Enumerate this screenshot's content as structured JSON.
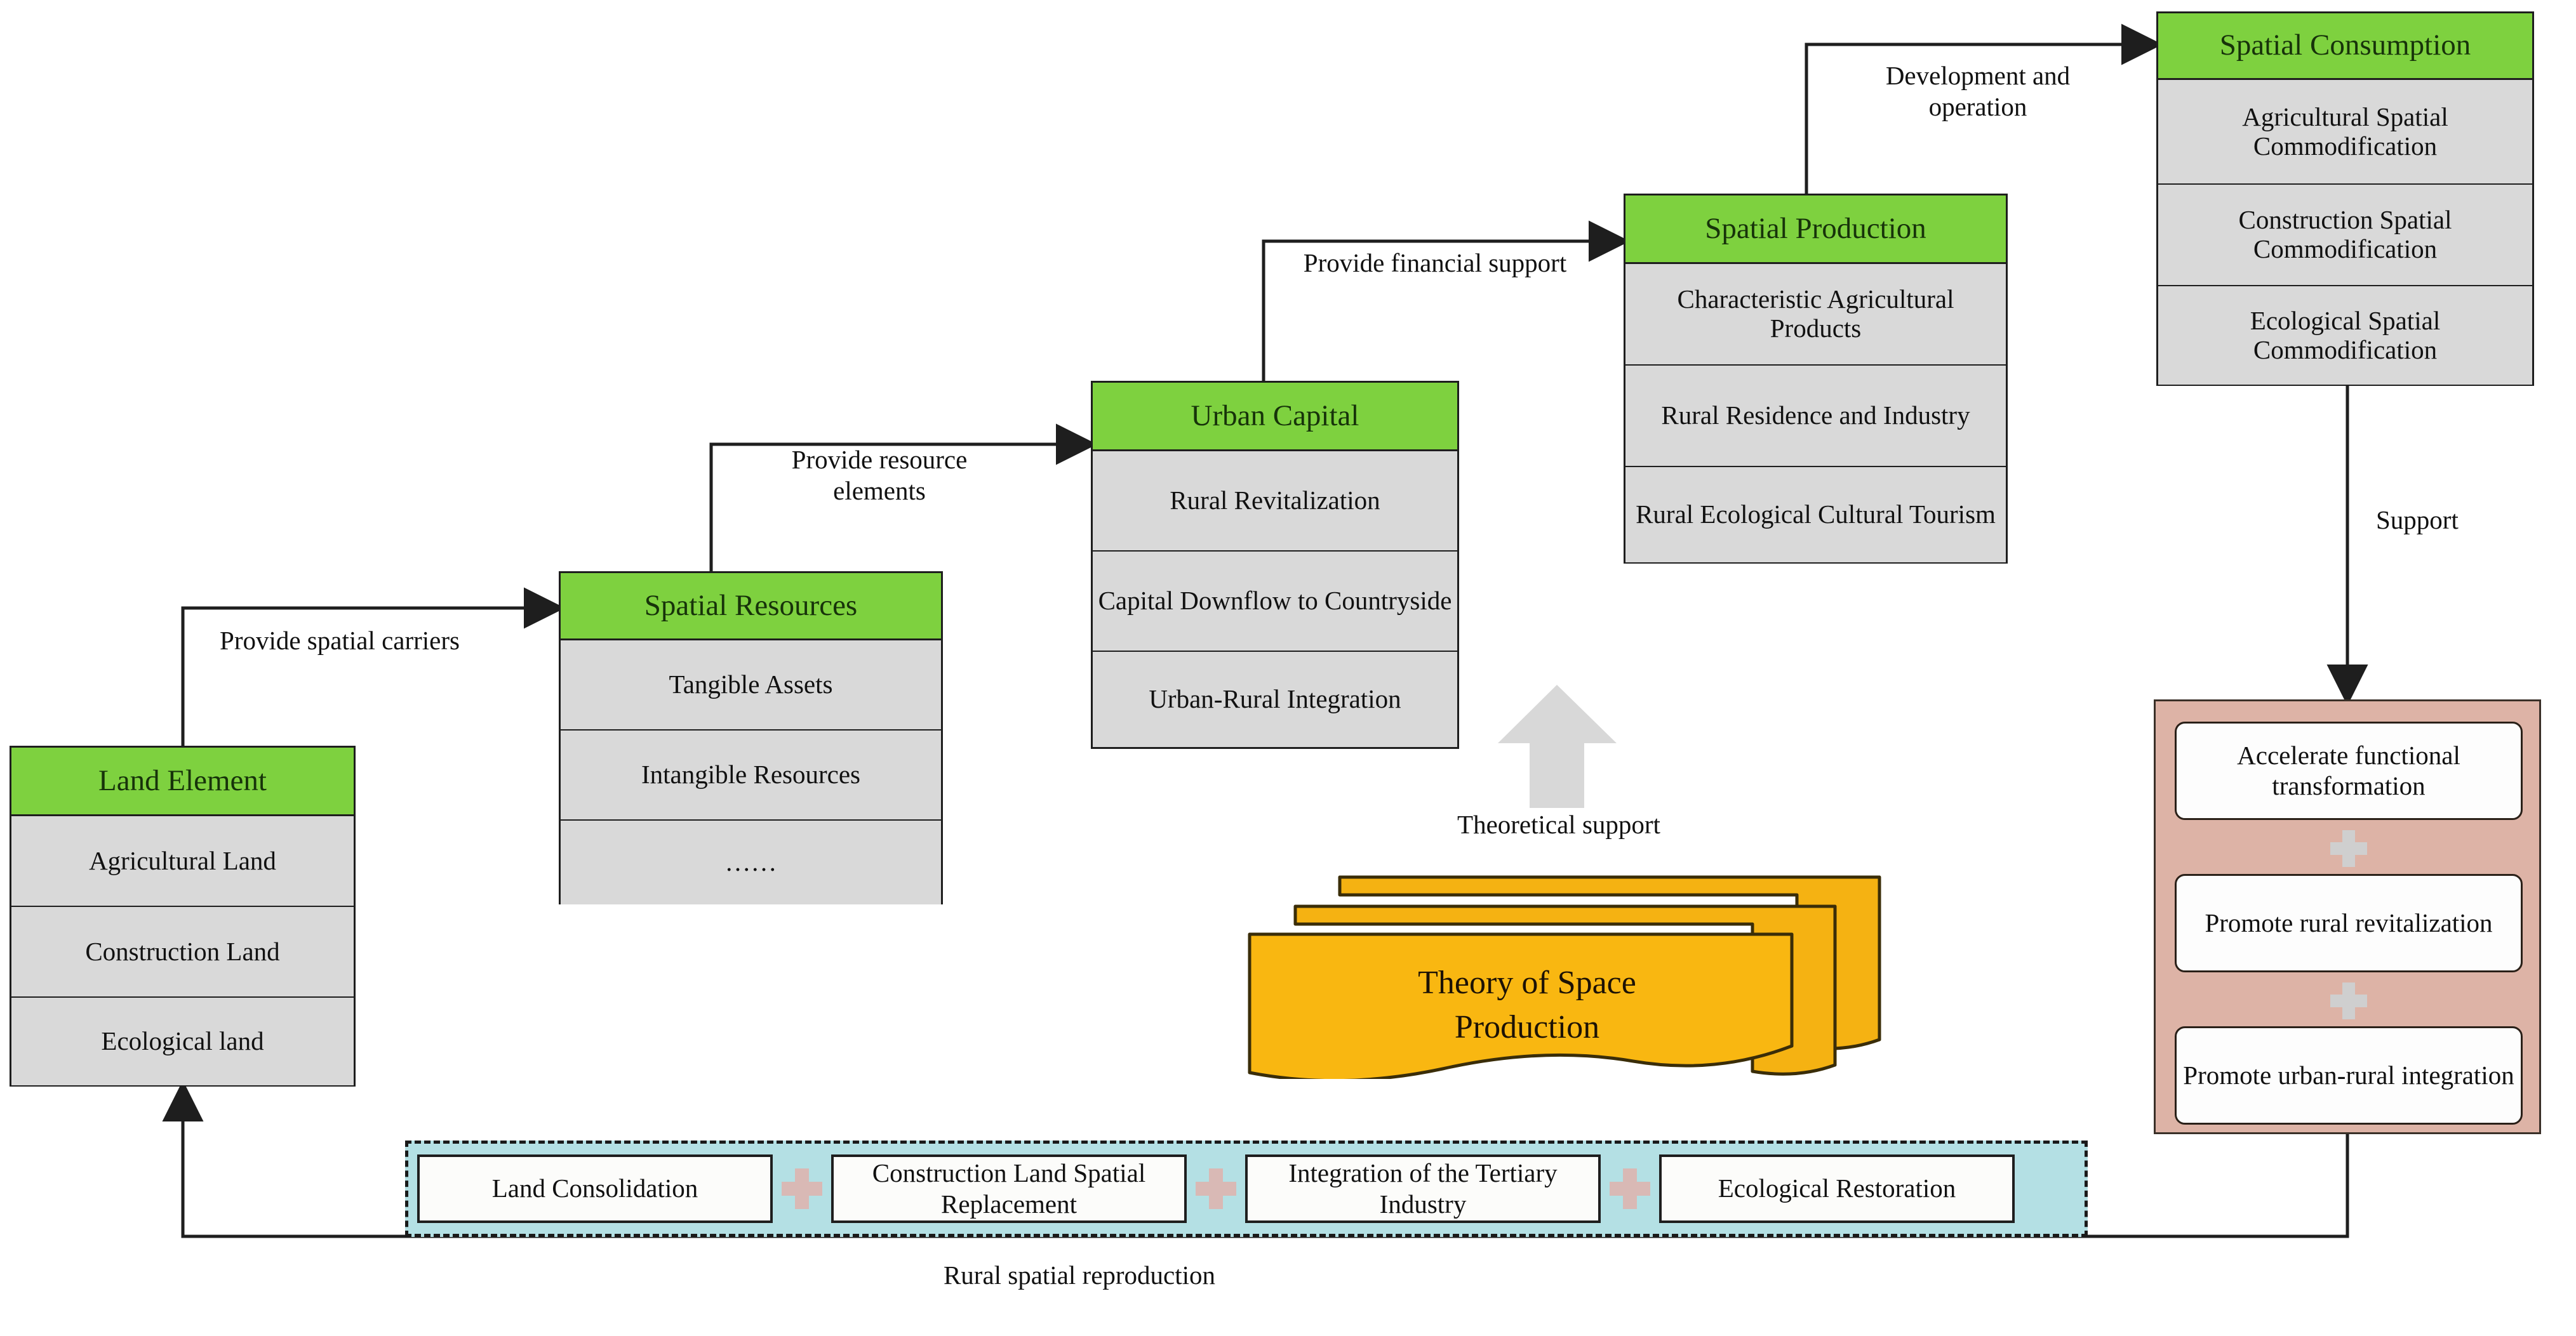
{
  "title": "Rural spatial reproduction framework",
  "colors": {
    "header_green": "#7ed13f",
    "row_grey": "#d9d9d9",
    "outcome_panel": "#ddb3a6",
    "measures_strip": "#b4e0e4",
    "theory_yellow": "#f5b212",
    "line": "#1e1e1e",
    "grey_arrow": "#d6d6d6"
  },
  "nodes": {
    "land_element": {
      "title": "Land Element",
      "rows": [
        "Agricultural Land",
        "Construction Land",
        "Ecological land"
      ]
    },
    "spatial_resources": {
      "title": "Spatial Resources",
      "rows": [
        "Tangible Assets",
        "Intangible Resources",
        "……"
      ]
    },
    "urban_capital": {
      "title": "Urban Capital",
      "rows": [
        "Rural Revitalization",
        "Capital Downflow to Countryside",
        "Urban-Rural Integration"
      ]
    },
    "spatial_production": {
      "title": "Spatial Production",
      "rows": [
        "Characteristic Agricultural Products",
        "Rural Residence and Industry",
        "Rural Ecological Cultural Tourism"
      ]
    },
    "spatial_consumption": {
      "title": "Spatial Consumption",
      "rows": [
        "Agricultural Spatial Commodification",
        "Construction Spatial Commodification",
        "Ecological Spatial Commodification"
      ]
    }
  },
  "edges": {
    "provide_spatial_carriers": "Provide spatial carriers",
    "provide_resource_elements": "Provide resource elements",
    "provide_financial_support": "Provide financial support",
    "development_and_operation": "Development and operation",
    "support": "Support",
    "theoretical_support": "Theoretical support",
    "rural_spatial_reproduction": "Rural spatial reproduction"
  },
  "theory": {
    "line1": "Theory of Space",
    "line2": "Production"
  },
  "outcomes": {
    "items": [
      "Accelerate functional transformation",
      "Promote rural revitalization",
      "Promote urban-rural integration"
    ]
  },
  "measures": {
    "items": [
      "Land Consolidation",
      "Construction Land Spatial Replacement",
      "Integration of the Tertiary Industry",
      "Ecological Restoration"
    ],
    "separator": "plus"
  }
}
